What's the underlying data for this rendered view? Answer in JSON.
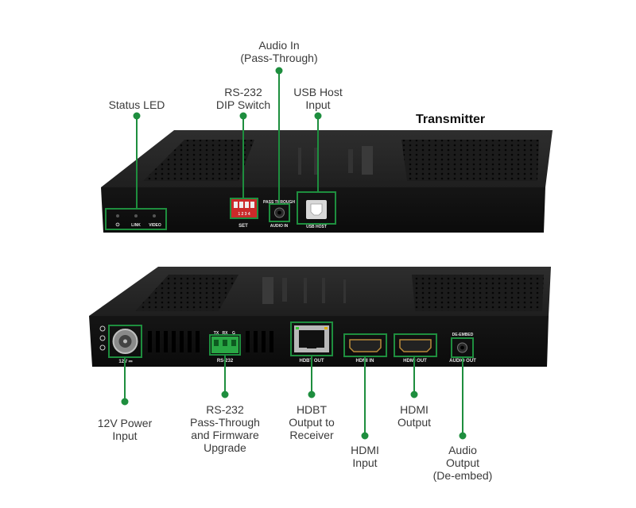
{
  "title": "Transmitter",
  "accent_color": "#1e8e3e",
  "top_callouts": {
    "status_led": "Status LED",
    "dip_switch": "RS-232\nDIP Switch",
    "audio_in": "Audio In\n(Pass-Through)",
    "usb_host": "USB Host\nInput"
  },
  "bottom_callouts": {
    "power": "12V Power\nInput",
    "rs232": "RS-232\nPass-Through\nand Firmware\nUpgrade",
    "hdbt": "HDBT\nOutput to\nReceiver",
    "hdmi_in": "HDMI\nInput",
    "hdmi_out": "HDMI\nOutput",
    "audio_out": "Audio\nOutput\n(De-embed)"
  },
  "front_panel_labels": {
    "power_symbol": "⏻",
    "link": "LINK",
    "video": "VIDEO",
    "dip_numbers": "1 2 3 4",
    "set": "SET",
    "pass_through": "PASS THROUGH",
    "audio_in": "AUDIO IN",
    "usb_host": "USB HOST"
  },
  "rear_panel_labels": {
    "power": "12V ⎓",
    "tx": "TX",
    "rx": "RX",
    "g": "G",
    "rs232": "RS-232",
    "hdbt_out": "HDBT OUT",
    "hdmi_in": "HDMI IN",
    "hdmi_out": "HDMI OUT",
    "de_embed": "DE-EMBED",
    "audio_out": "AUDIO OUT"
  }
}
